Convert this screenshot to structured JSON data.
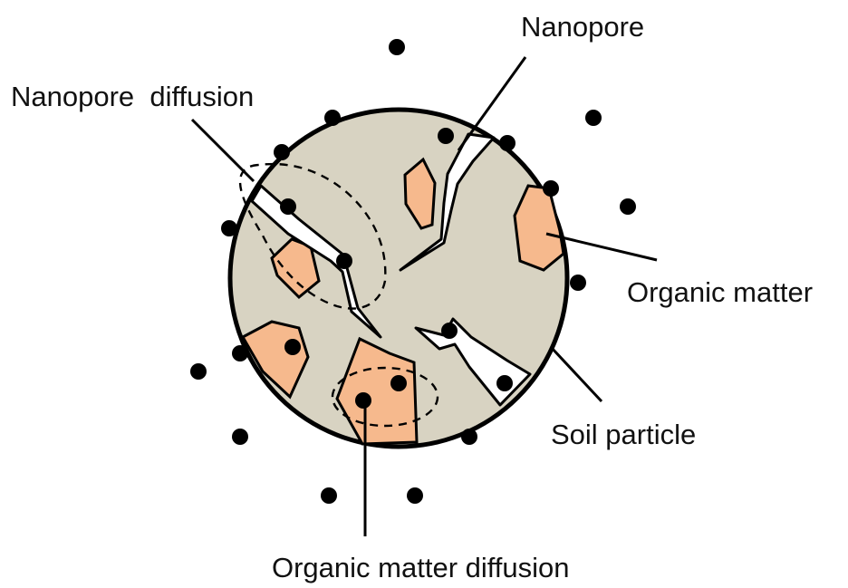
{
  "labels": {
    "nanopore": "Nanopore",
    "nanopore_diffusion": "Nanopore  diffusion",
    "organic_matter": "Organic matter",
    "soil_particle": "Soil particle",
    "organic_matter_diffusion": "Organic matter diffusion"
  },
  "colors": {
    "particle_fill": "#d8d3c2",
    "organic_fill": "#f6b98d",
    "stroke": "#000000",
    "dot": "#000000"
  }
}
